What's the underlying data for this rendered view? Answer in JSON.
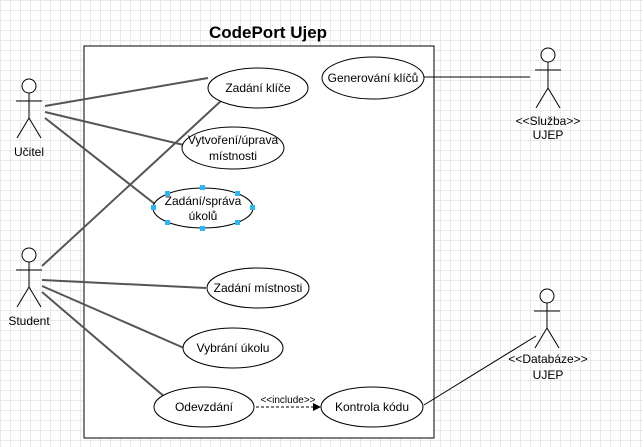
{
  "system": {
    "title": "CodePort Ujep"
  },
  "actors": {
    "ucitel": {
      "label": "Učitel"
    },
    "student": {
      "label": "Student"
    },
    "sluzba": {
      "stereotype": "<<Služba>>",
      "label": "UJEP"
    },
    "databaze": {
      "stereotype": "<<Databáze>>",
      "label": "UJEP"
    }
  },
  "usecases": {
    "zadani_klice": {
      "label": "Zadání klíče"
    },
    "vytvoreni_mistnosti": {
      "line1": "Vytvoření/úprava",
      "line2": "místnosti"
    },
    "sprava_ukolu": {
      "line1": "Zadání/správa",
      "line2": "úkolů"
    },
    "zadani_mistnosti": {
      "label": "Zadání místnosti"
    },
    "vybrani_ukolu": {
      "label": "Vybrání úkolu"
    },
    "odevzdani": {
      "label": "Odevzdání"
    },
    "kontrola_kodu": {
      "label": "Kontrola kódu"
    },
    "generovani_klicu": {
      "label": "Generování klíčů"
    }
  },
  "relations": {
    "include_label": "<<include>>"
  },
  "colors": {
    "association": "#555555",
    "selection": "#29b6f2",
    "grid": "#e9e9e9"
  }
}
